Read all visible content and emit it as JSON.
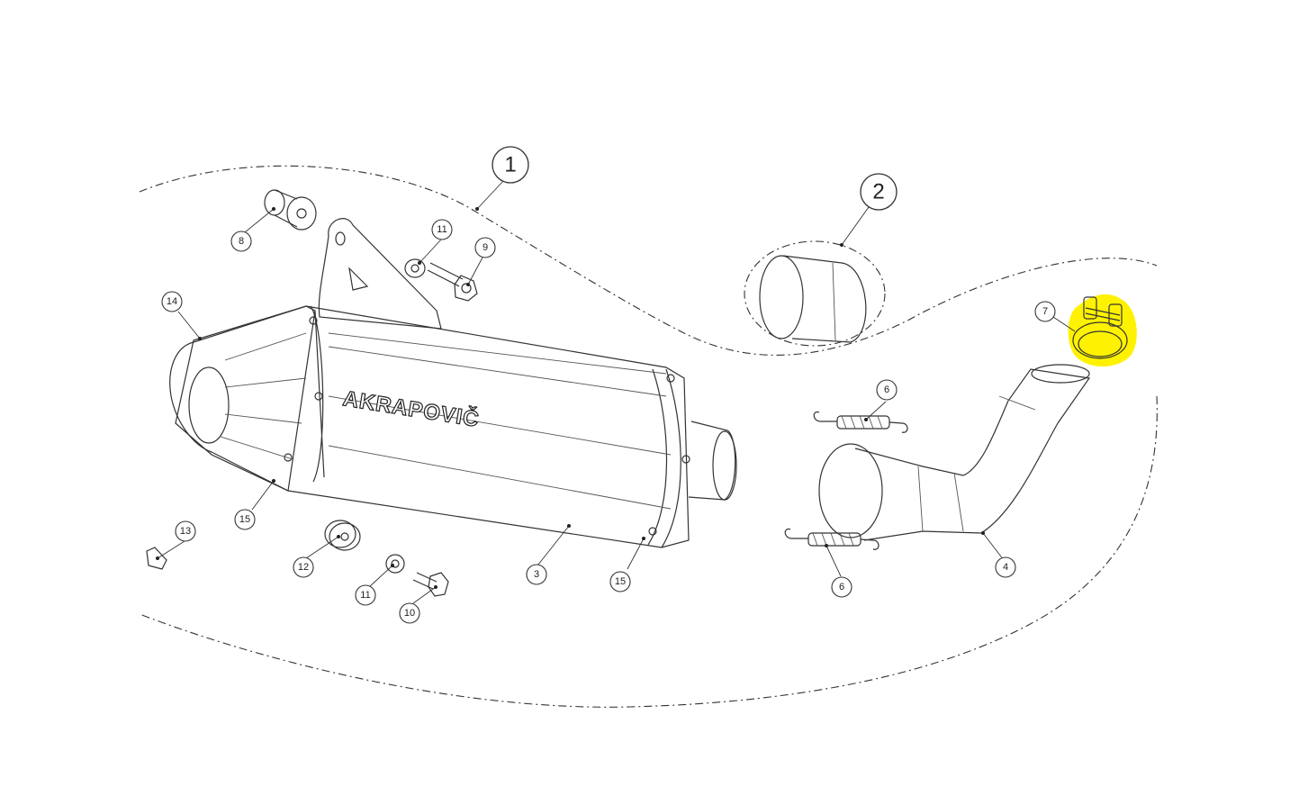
{
  "callouts": {
    "c1": "1",
    "c2": "2",
    "c3": "3",
    "c4": "4",
    "c6a": "6",
    "c6b": "6",
    "c7": "7",
    "c8": "8",
    "c9": "9",
    "c10": "10",
    "c11a": "11",
    "c11b": "11",
    "c12": "12",
    "c13": "13",
    "c14": "14",
    "c15a": "15",
    "c15b": "15"
  },
  "brand_text": "AKRAPOVIČ",
  "highlight_color": "#fff200"
}
